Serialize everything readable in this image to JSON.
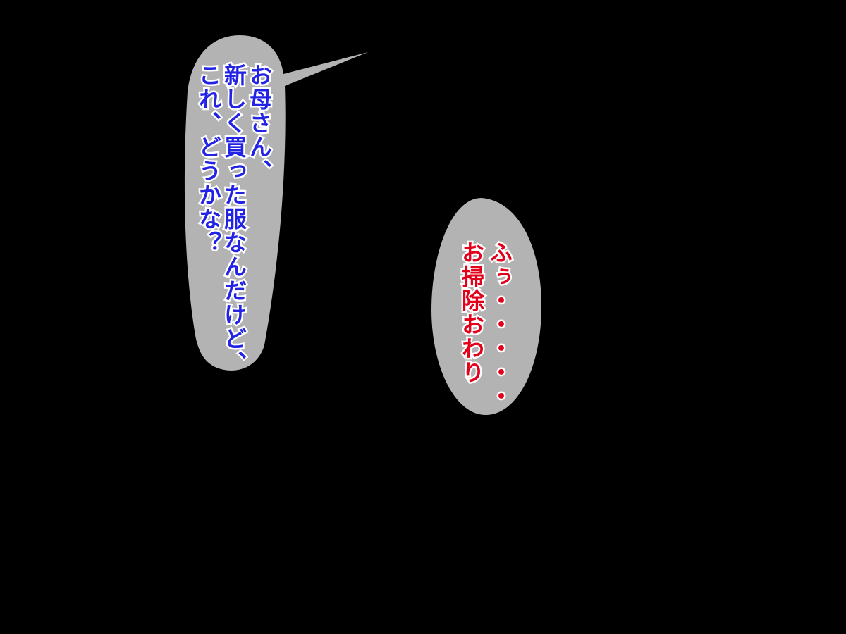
{
  "scene": {
    "background_color": "#000000",
    "bubble_color": "#b3b3b3"
  },
  "speech_left": {
    "text_color": "#2323e6",
    "lines": [
      "お母さん、",
      "新しく買った服なんだけど、",
      "これ、どうかな？"
    ]
  },
  "speech_right": {
    "text_color": "#e3001b",
    "lines": [
      "ふぅ・・・・・",
      "お掃除おわり"
    ]
  }
}
